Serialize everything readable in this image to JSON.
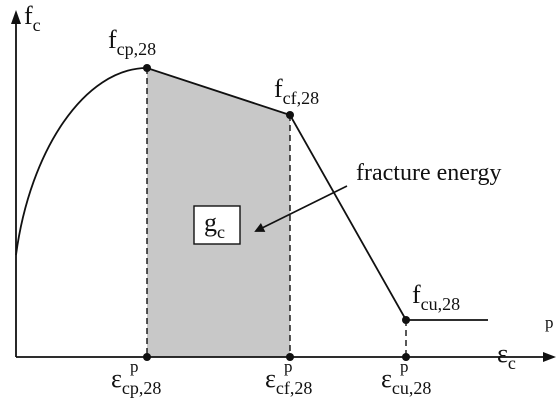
{
  "axes": {
    "y_label": {
      "base": "f",
      "sub": "c"
    },
    "x_label": {
      "base": "ε",
      "sub": "c",
      "sup": "p"
    }
  },
  "points": {
    "cp": {
      "base": "f",
      "sub": "cp,28"
    },
    "cf": {
      "base": "f",
      "sub": "cf,28"
    },
    "cu": {
      "base": "f",
      "sub": "cu,28"
    }
  },
  "strains": {
    "cp": {
      "base": "ε",
      "sub": "cp,28",
      "sup": "p"
    },
    "cf": {
      "base": "ε",
      "sub": "cf,28",
      "sup": "p"
    },
    "cu": {
      "base": "ε",
      "sub": "cu,28",
      "sup": "p"
    }
  },
  "region": {
    "label": {
      "base": "g",
      "sub": "c"
    },
    "fill_color": "#c8c8c8"
  },
  "annotation": {
    "text": "fracture energy"
  },
  "colors": {
    "line": "#111111",
    "background": "#ffffff"
  }
}
